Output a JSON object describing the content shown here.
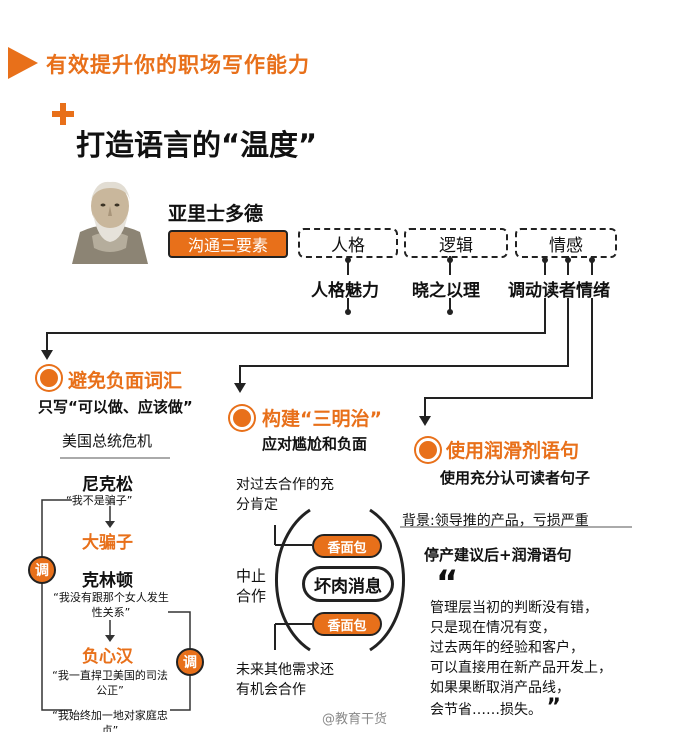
{
  "header": {
    "banner_title": "有效提升你的职场写作能力",
    "main_title": "打造语言的“温度”"
  },
  "aristotle": {
    "name": "亚里士多德",
    "tag": "沟通三要素",
    "elements": [
      "人格",
      "逻辑",
      "情感"
    ],
    "descriptions": [
      "人格魅力",
      "晓之以理",
      "调动读者情绪"
    ]
  },
  "section1": {
    "title": "避免负面词汇",
    "subtitle": "只写“可以做、应该做”",
    "case_title": "美国总统危机",
    "adjust_label": "调",
    "items": [
      {
        "name": "尼克松",
        "quote": "“我不是骗子”",
        "result": "大骗子"
      },
      {
        "name": "克林顿",
        "quote": "“我没有跟那个女人发生性关系”",
        "result": "负心汉"
      }
    ],
    "quote3": "“我一直捍卫美国的司法公正”",
    "quote4": "“我始终加一地对家庭忠贞”"
  },
  "section2": {
    "title": "构建“三明治”",
    "subtitle": "应对尴尬和负面",
    "top_note": "对过去合作的充分肯定",
    "bread_top": "香面包",
    "filling": "坏肉消息",
    "bread_bottom": "香面包",
    "left_note": "中止合作",
    "bottom_note": "未来其他需求还有机会合作"
  },
  "section3": {
    "title": "使用润滑剂语句",
    "subtitle": "使用充分认可读者句子",
    "background": "背景:领导推的产品，亏损严重",
    "heading": "停产建议后+润滑语句",
    "quote_lines": [
      "管理层当初的判断没有错，",
      "只是现在情况有变，",
      "过去两年的经验和客户，",
      "可以直接用在新产品开发上，",
      "如果果断取消产品线，",
      "会节省……损失。"
    ]
  },
  "watermark": "@教育干货",
  "colors": {
    "accent": "#e8701a",
    "text": "#111111"
  }
}
